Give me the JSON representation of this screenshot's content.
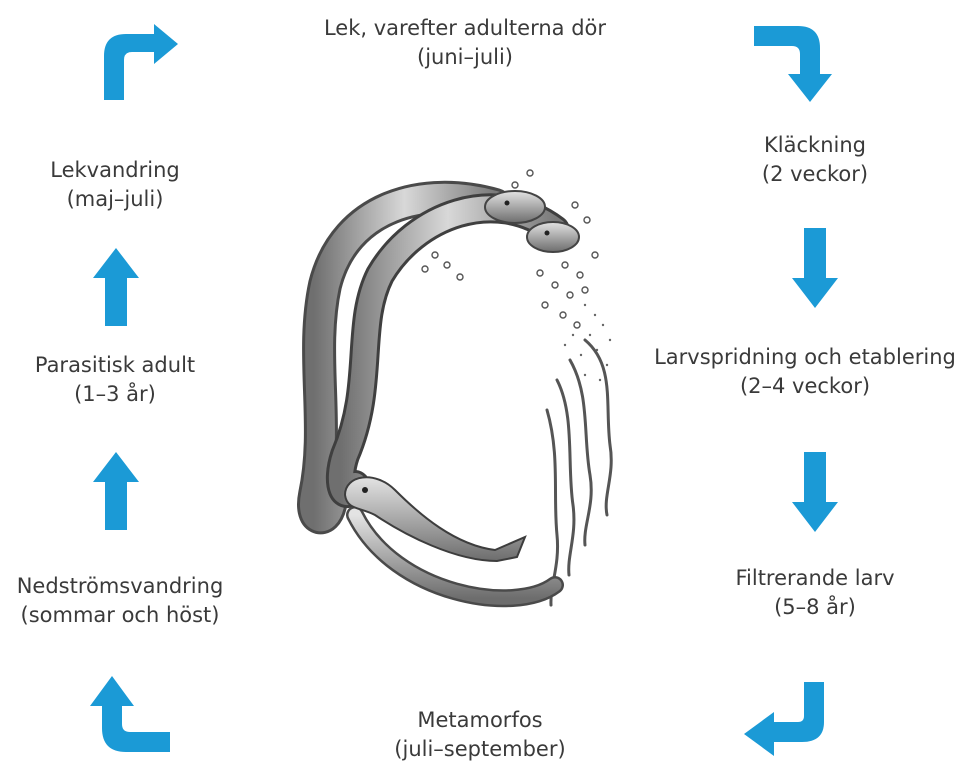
{
  "accent_color": "#1b9ad6",
  "stages": {
    "spawning": {
      "name": "Lek, varefter adulterna dör",
      "period": "(juni–juli)"
    },
    "hatching": {
      "name": "Kläckning",
      "period": "(2 veckor)"
    },
    "dispersal": {
      "name": "Larvspridning och etablering",
      "period": "(2–4 veckor)"
    },
    "larva": {
      "name": "Filtrerande larv",
      "period": "(5–8 år)"
    },
    "metamorphosis": {
      "name": "Metamorfos",
      "period": "(juli–september)"
    },
    "downstream": {
      "name": "Nedströmsvandring",
      "period": "(sommar och höst)"
    },
    "parasitic": {
      "name": "Parasitisk adult",
      "period": "(1–3 år)"
    },
    "migration": {
      "name": "Lekvandring",
      "period": "(maj–juli)"
    }
  },
  "arrows": [
    {
      "name": "arrow-top-left",
      "icon": "curved-arrow-right-icon"
    },
    {
      "name": "arrow-top-right",
      "icon": "curved-arrow-down-icon"
    },
    {
      "name": "arrow-right-1",
      "icon": "arrow-down-icon"
    },
    {
      "name": "arrow-right-2",
      "icon": "arrow-down-icon"
    },
    {
      "name": "arrow-bottom-right",
      "icon": "curved-arrow-left-icon"
    },
    {
      "name": "arrow-bottom-left",
      "icon": "curved-arrow-up-icon"
    },
    {
      "name": "arrow-left-1",
      "icon": "arrow-up-icon"
    },
    {
      "name": "arrow-left-2",
      "icon": "arrow-up-icon"
    }
  ],
  "illustration": {
    "icon": "lamprey-life-cycle-illustration"
  }
}
